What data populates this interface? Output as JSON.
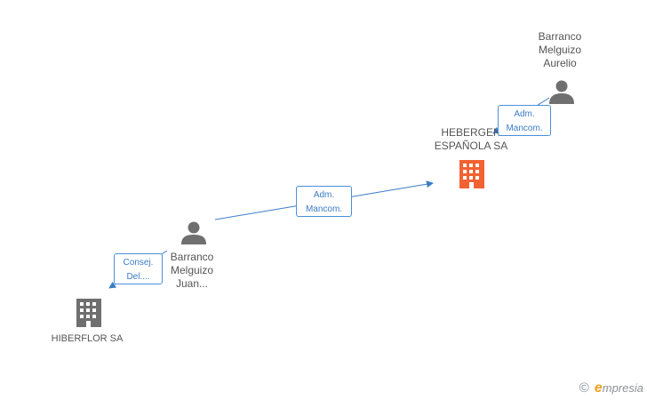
{
  "nodes": {
    "barranco_aurelio": {
      "label": "Barranco\nMelguizo\nAurelio",
      "icon": "person-icon"
    },
    "hebergen": {
      "label": "HEBERGEN\nESPAÑOLA SA",
      "icon": "building-icon",
      "color": "#f26232"
    },
    "barranco_juan": {
      "label": "Barranco\nMelguizo\nJuan...",
      "icon": "person-icon"
    },
    "hiberflor": {
      "label": "HIBERFLOR SA",
      "icon": "building-icon",
      "color": "#6f6f6f"
    }
  },
  "relations": [
    {
      "line1": "Adm.",
      "line2": "Mancom."
    },
    {
      "line1": "Adm.",
      "line2": "Mancom."
    },
    {
      "line1": "Consej.",
      "line2": "Del...."
    }
  ],
  "colors": {
    "edge": "#3a7cc7",
    "person": "#6f6f6f"
  },
  "brand": {
    "copyright": "©",
    "initial": "e",
    "rest": "mpresia"
  }
}
